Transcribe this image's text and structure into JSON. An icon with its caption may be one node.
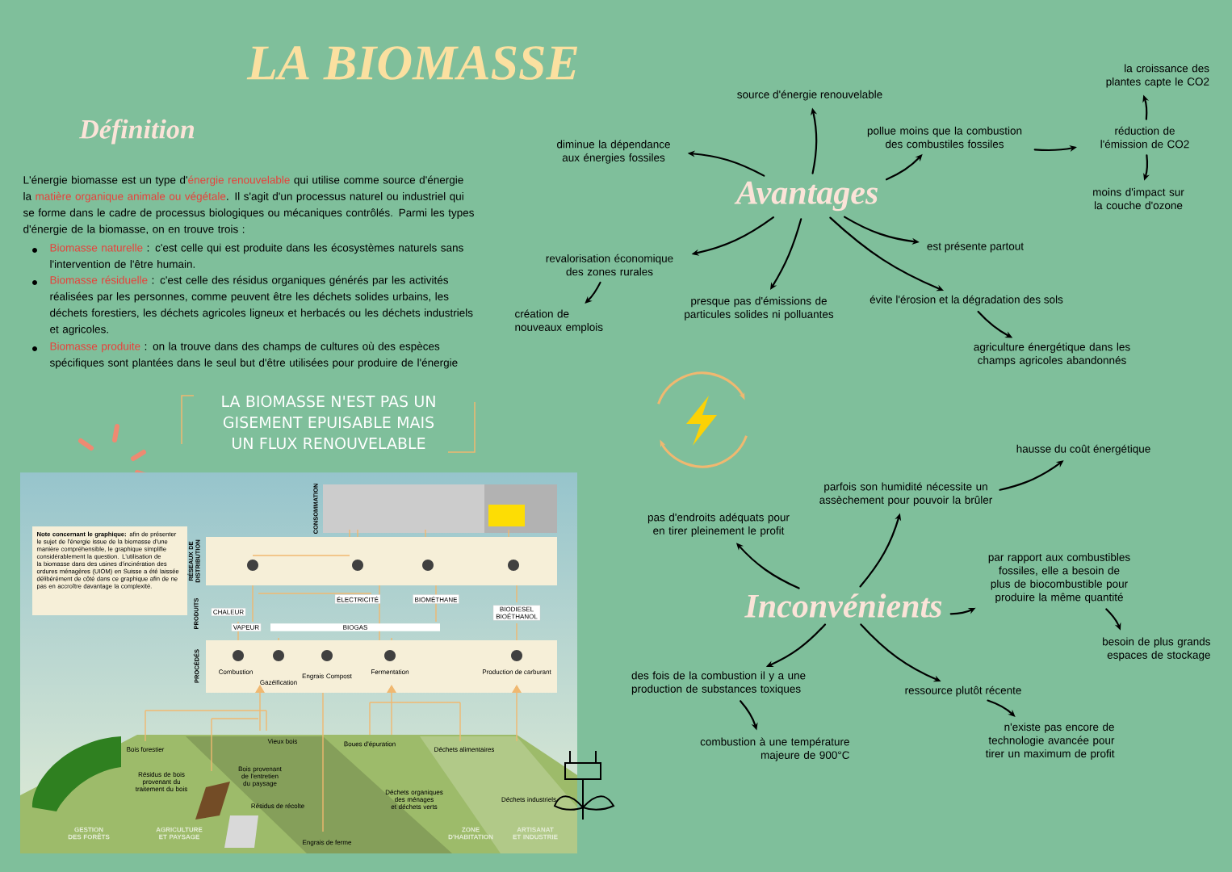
{
  "diagram": {
    "title": "LA BIOMASSE",
    "nodes": [
      {
        "text": [
          "Avantages"
        ]
      },
      {
        "text": [
          "source d'énergie renouvelable"
        ]
      },
      {
        "text": [
          "diminue la dépendance aux énergies fossiles"
        ]
      },
      {
        "text": [
          "pollue moins que la combustion des combustiles fossiles"
        ]
      },
      {
        "text": [
          "réduction de l'émission de CO2"
        ]
      },
      {
        "text": [
          "la croissance des plantes capte le CO2"
        ]
      },
      {
        "text": [
          "moins d'impact sur la couche d'ozone"
        ]
      },
      {
        "text": [
          "est présente partout"
        ]
      },
      {
        "text": [
          "revalorisation économique des zones rurales"
        ]
      },
      {
        "text": [
          "création de nouveaux emplois"
        ]
      },
      {
        "text": [
          "presque pas d'émissions de particules solides ni polluantes"
        ]
      },
      {
        "text": [
          "évite l'érosion et la dégradation des sols"
        ]
      },
      {
        "text": [
          "agriculture énergétique dans les champs agricoles abandonnés"
        ]
      },
      {
        "text": [
          "Inconvénients"
        ]
      },
      {
        "text": [
          "hausse du coût énergétique"
        ]
      },
      {
        "text": [
          "parfois son humidité nécessite un assèchement pour pouvoir la brûler"
        ]
      },
      {
        "text": [
          "pas d'endroits adéquats pour en tirer pleinement le profit"
        ]
      },
      {
        "text": [
          "par rapport aux combustibles fossiles, elle a besoin de plus de biocombustible pour produire la même quantité"
        ]
      },
      {
        "text": [
          "besoin de plus grands espaces de stockage"
        ]
      },
      {
        "text": [
          "des fois de la combustion il y a une production de substances toxiques"
        ]
      },
      {
        "text": [
          "combustion à une température majeure de 900°C"
        ]
      },
      {
        "text": [
          "ressource plutôt récente"
        ]
      },
      {
        "text": [
          "n'existe pas encore de technologie avancée pour tirer un maximum de profit"
        ]
      }
    ],
    "edges": [
      {
        "from": 0,
        "to": 1,
        "arrow": "to"
      },
      {
        "from": 0,
        "to": 2,
        "arrow": "to"
      },
      {
        "from": 0,
        "to": 3,
        "arrow": "to"
      },
      {
        "from": 3,
        "to": 4,
        "arrow": "to"
      },
      {
        "from": 4,
        "to": 5,
        "arrow": "to"
      },
      {
        "from": 4,
        "to": 6,
        "arrow": "to"
      },
      {
        "from": 0,
        "to": 7,
        "arrow": "to"
      },
      {
        "from": 0,
        "to": 8,
        "arrow": "to"
      },
      {
        "from": 8,
        "to": 9,
        "arrow": "to"
      },
      {
        "from": 0,
        "to": 10,
        "arrow": "to"
      },
      {
        "from": 0,
        "to": 11,
        "arrow": "to"
      },
      {
        "from": 11,
        "to": 12,
        "arrow": "to"
      },
      {
        "from": 13,
        "to": 16,
        "arrow": "to"
      },
      {
        "from": 13,
        "to": 15,
        "arrow": "to"
      },
      {
        "from": 15,
        "to": 14,
        "arrow": "to"
      },
      {
        "from": 13,
        "to": 17,
        "arrow": "to"
      },
      {
        "from": 17,
        "to": 18,
        "arrow": "to"
      },
      {
        "from": 13,
        "to": 19,
        "arrow": "to"
      },
      {
        "from": 19,
        "to": 20,
        "arrow": "to"
      },
      {
        "from": 13,
        "to": 21,
        "arrow": "to"
      },
      {
        "from": 21,
        "to": 22,
        "arrow": "to"
      }
    ],
    "labels": [
      "Définition",
      "L'énergie biomasse est un type d'",
      "énergie renouvelable",
      "qui utilise comme source d'énergie la",
      "matière organique animale ou végétale",
      ". Il s'agit d'un processus naturel ou industriel qui se forme dans le cadre de processus biologiques ou mécaniques contrôlés. Parmi les types d'énergie de la biomasse, on en trouve trois :",
      "Biomasse naturelle",
      ": c'est celle qui est produite dans les écosystèmes naturels sans l'intervention de l'être humain.",
      "Biomasse résiduelle",
      ": c'est celle des résidus organiques générés par les activités réalisées par les personnes, comme peuvent être les déchets solides urbains, les déchets forestiers, les déchets agricoles ligneux et herbacés ou les déchets industriels et agricoles.",
      "Biomasse produite",
      ": on la trouve dans des champs de cultures où des espèces spécifiques sont plantées dans le seul but d'être utilisées pour produire de l'énergie",
      "LA BIOMASSE N'EST PAS UN GISEMENT EPUISABLE MAIS UN FLUX RENOUVELABLE",
      "**Note concernant le graphique:** afin de présenter le sujet de l'énergie issue de la biomasse d'une manière compréhensible, le graphique simplifie considérablement la question. L'utilisation de la biomasse dans des usines d'incinération des ordures ménagères (UIOM) en Suisse a été laissée délibérément de côté dans ce graphique afin de ne pas en accroître davantage la complexité.",
      "CONSOMMATION",
      "RÉSEAUX DE DISTRIBUTION",
      "PRODUITS",
      "PROCÉDÉS",
      "CHALEUR",
      "ÉLECTRICITÉ",
      "BIOMÉTHANE",
      "BIODIESEL BIOÉTHANOL",
      "VAPEUR",
      "BIOGAS",
      "Combustion",
      "Gazéification",
      "Engrais Compost",
      "Fermentation",
      "Production de carburant",
      "Bois forestier",
      "Vieux bois",
      "Boues d'épuration",
      "Déchets alimentaires",
      "Résidus de bois provenant du traitement du bois",
      "Bois provenant de l'entretien du paysage",
      "Résidus de récolte",
      "Déchets organiques des ménages et déchets verts",
      "Déchets industriels",
      "Engrais de ferme",
      "GESTION DES FORÊTS",
      "AGRICULTURE ET PAYSAGE",
      "ZONE D'HABITATION",
      "ARTISANAT ET INDUSTRIE"
    ]
  }
}
